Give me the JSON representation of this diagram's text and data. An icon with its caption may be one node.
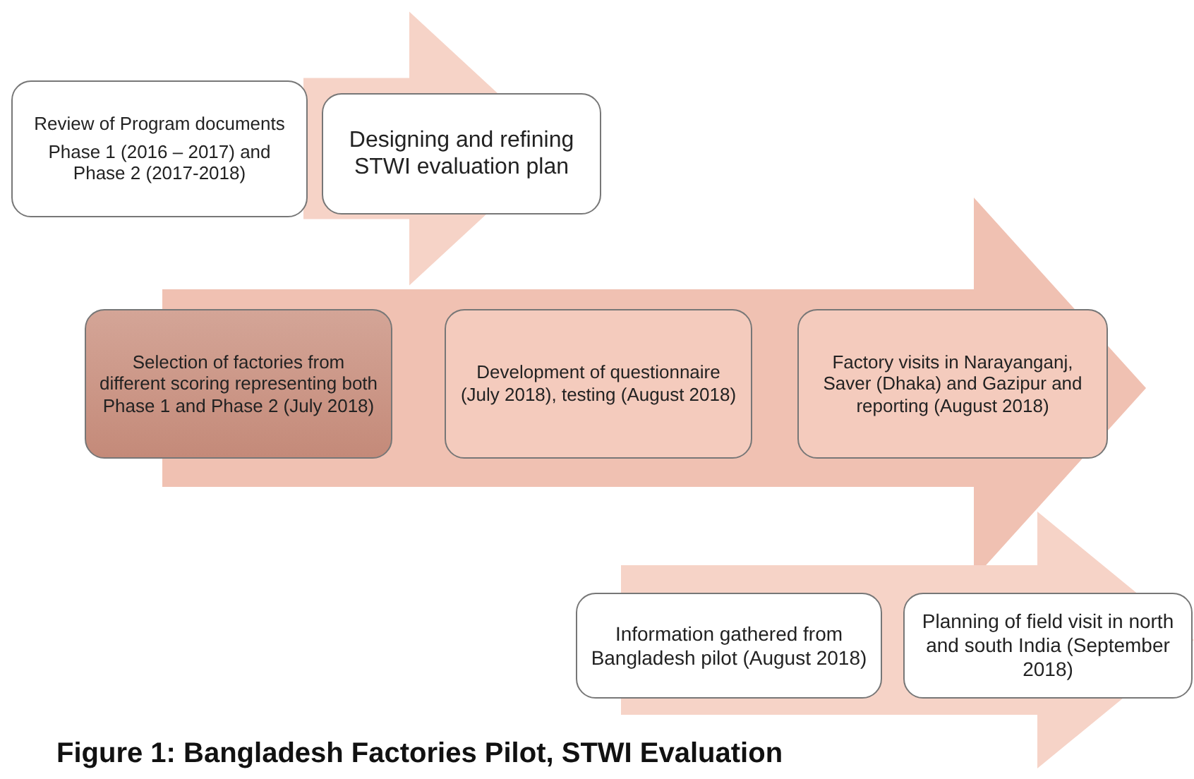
{
  "diagram": {
    "caption": "Figure 1: Bangladesh Factories Pilot, STWI Evaluation",
    "nodes": [
      {
        "text": [
          "Review of Program documents",
          "Phase 1 (2016 – 2017) and Phase 2 (2017-2018)"
        ]
      },
      {
        "text": [
          "Designing and refining STWI evaluation plan"
        ]
      },
      {
        "text": [
          "Selection of factories from different scoring representing both Phase 1 and Phase 2 (July 2018)"
        ]
      },
      {
        "text": [
          "Development of questionnaire (July 2018), testing (August 2018)"
        ]
      },
      {
        "text": [
          "Factory visits in Narayanganj, Saver (Dhaka) and Gazipur and reporting (August 2018)"
        ]
      },
      {
        "text": [
          "Information gathered from Bangladesh pilot (August 2018)"
        ]
      },
      {
        "text": [
          "Planning of field visit in north and south India (September 2018)"
        ]
      }
    ],
    "edges": [
      {
        "from": 0,
        "to": 1,
        "arrow": "to"
      },
      {
        "from": 2,
        "to": 4,
        "arrow": "to"
      },
      {
        "from": 5,
        "to": 6,
        "arrow": "to"
      }
    ]
  }
}
